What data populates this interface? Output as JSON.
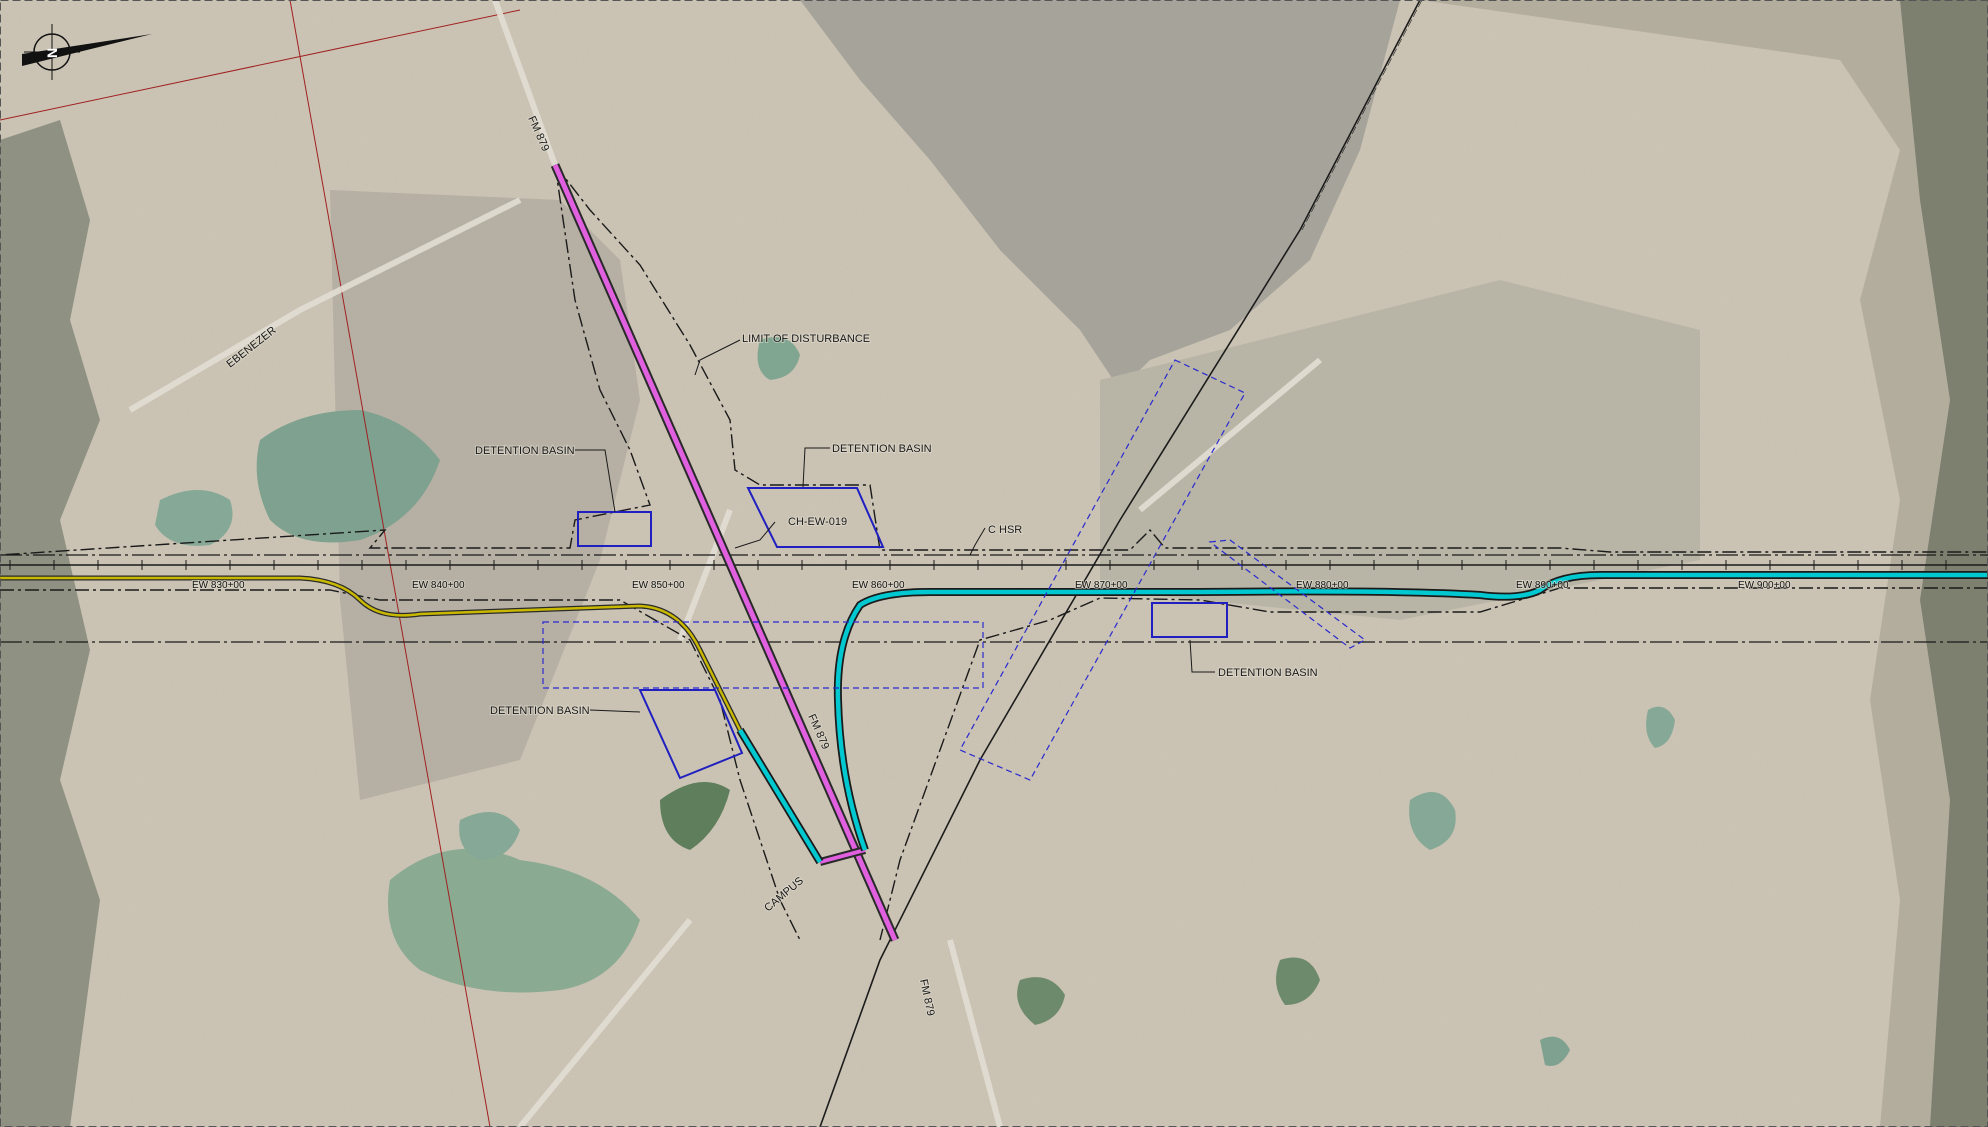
{
  "map": {
    "north_arrow_letter": "N",
    "labels": {
      "limit_of_disturbance": "LIMIT OF DISTURBANCE",
      "detention_basin": "DETENTION BASIN",
      "ch_ew": "CH-EW-019",
      "c_hsr": "C HSR",
      "road_fm879": "FM 879",
      "road_ebenezer": "EBENEZER",
      "road_campus": "CAMPUS"
    },
    "stations": [
      "EW 830+00",
      "EW 840+00",
      "EW 850+00",
      "EW 860+00",
      "EW 870+00",
      "EW 880+00",
      "EW 890+00",
      "EW 900+00"
    ],
    "colors": {
      "hsr_alignment": "#00c8d0",
      "fm879": "#e060e0",
      "existing_road_alignment": "#b8a800",
      "detention_basin_outline": "#2020c0",
      "rail_line": "#222222",
      "red_grid": "#a02020"
    }
  }
}
